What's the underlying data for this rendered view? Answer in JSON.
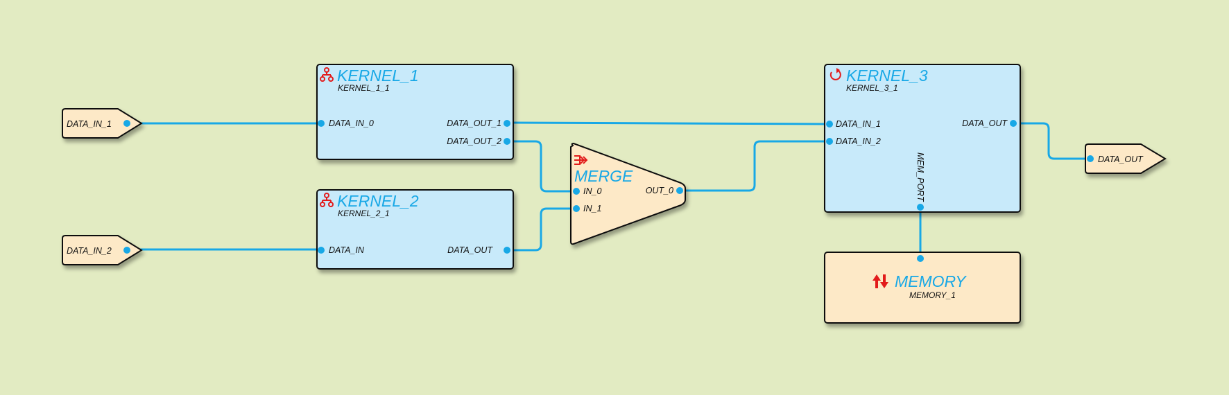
{
  "colors": {
    "background": "#e2ebc2",
    "kernel_fill": "#c8eafa",
    "io_fill": "#fde9c7",
    "wire": "#18a8e6",
    "title": "#18a8e6",
    "icon": "#e21b1b"
  },
  "inputs": [
    {
      "label": "DATA_IN_1"
    },
    {
      "label": "DATA_IN_2"
    }
  ],
  "output": {
    "label": "DATA_OUT"
  },
  "kernel1": {
    "icon": "network-fork-icon",
    "title": "KERNEL_1",
    "instance": "KERNEL_1_1",
    "ports": {
      "in0": "DATA_IN_0",
      "out1": "DATA_OUT_1",
      "out2": "DATA_OUT_2"
    }
  },
  "kernel2": {
    "icon": "network-fork-icon",
    "title": "KERNEL_2",
    "instance": "KERNEL_2_1",
    "ports": {
      "in": "DATA_IN",
      "out": "DATA_OUT"
    }
  },
  "merge": {
    "icon": "merge-arrow-icon",
    "title": "MERGE",
    "ports": {
      "in0": "IN_0",
      "in1": "IN_1",
      "out0": "OUT_0"
    }
  },
  "kernel3": {
    "icon": "loop-arrow-icon",
    "title": "KERNEL_3",
    "instance": "KERNEL_3_1",
    "ports": {
      "in1": "DATA_IN_1",
      "in2": "DATA_IN_2",
      "out": "DATA_OUT",
      "mem": "MEM_PORT"
    }
  },
  "memory": {
    "icon": "up-down-arrows-icon",
    "title": "MEMORY",
    "instance": "MEMORY_1"
  }
}
